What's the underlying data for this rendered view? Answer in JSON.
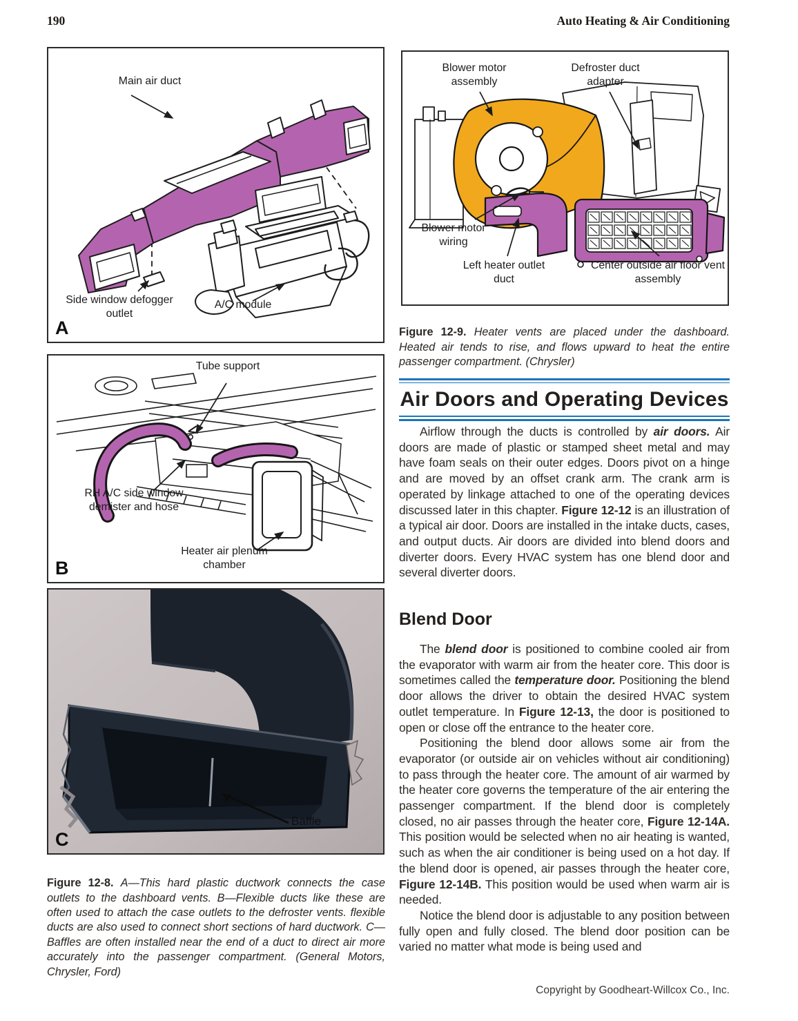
{
  "page_header": {
    "page_number": "190",
    "running_head": "Auto Heating & Air Conditioning"
  },
  "figure_12_8": {
    "panel_a": {
      "letter": "A",
      "labels": {
        "main_air_duct": "Main air duct",
        "side_window_defogger_outlet": "Side window defogger outlet",
        "ac_module": "A/C module"
      }
    },
    "panel_b": {
      "letter": "B",
      "labels": {
        "tube_support": "Tube support",
        "rh_demister": "RH A/C side window demister and hose",
        "heater_plenum": "Heater air plenum chamber"
      }
    },
    "panel_c": {
      "letter": "C",
      "labels": {
        "baffle": "Baffle"
      }
    },
    "caption_lead": "Figure 12-8.",
    "caption_body": "A—This hard plastic ductwork connects the case outlets to the dashboard vents. B—Flexible ducts like these are often used to attach the case outlets to the defroster vents. flexible ducts are also used to connect short sections of hard ductwork. C—Baffles are often installed near the end of a duct to direct air more accurately into the passenger compartment. (General Motors, Chrysler, Ford)"
  },
  "figure_12_9": {
    "labels": {
      "blower_motor_assembly": "Blower motor assembly",
      "defroster_duct_adapter": "Defroster duct adapter",
      "blower_motor_wiring": "Blower motor wiring",
      "left_heater_outlet_duct": "Left heater outlet duct",
      "center_floor_vent": "Center outside air floor vent assembly"
    },
    "caption_lead": "Figure 12-9.",
    "caption_body": "Heater vents are placed under the dashboard. Heated air tends to rise, and flows upward to heat the entire passenger compartment. (Chrysler)"
  },
  "section": {
    "title": "Air Doors and Operating Devices",
    "intro_paragraph": [
      {
        "t": "Airflow through the ducts is controlled by "
      },
      {
        "t": "air doors.",
        "b": true,
        "i": true
      },
      {
        "t": " Air doors are made of plastic or stamped sheet metal and may have foam seals on their outer edges. Doors pivot on a hinge and are moved by an offset crank arm. The crank arm is operated by linkage attached to one of the operating devices discussed later in this chapter. "
      },
      {
        "t": "Figure 12-12",
        "b": true
      },
      {
        "t": " is an illustration of a typical air door. Doors are installed in the intake ducts, cases, and output ducts. Air doors are divided into blend doors and diverter doors. Every HVAC system has one blend door and several diverter doors."
      }
    ]
  },
  "blend_door": {
    "title": "Blend Door",
    "paragraph_1": [
      {
        "t": "The "
      },
      {
        "t": "blend door",
        "b": true,
        "i": true
      },
      {
        "t": " is positioned to combine cooled air from the evaporator with warm air from the heater core. This door is sometimes called the "
      },
      {
        "t": "temperature door.",
        "b": true,
        "i": true
      },
      {
        "t": " Positioning the blend door allows the driver to obtain the desired HVAC system outlet temperature. In "
      },
      {
        "t": "Figure 12-13,",
        "b": true
      },
      {
        "t": " the door is positioned to open or close off the entrance to the heater core."
      }
    ],
    "paragraph_2": [
      {
        "t": "Positioning the blend door allows some air from the evaporator (or outside air on vehicles without air conditioning) to pass through the heater core. The amount of air warmed by the heater core governs the temperature of the air entering the passenger compartment. If the blend door is completely closed, no air passes through the heater core, "
      },
      {
        "t": "Figure 12-14A.",
        "b": true
      },
      {
        "t": " This position would be selected when no air heating is wanted, such as when the air conditioner is being used on a hot day. If the blend door is opened, air passes through the heater core, "
      },
      {
        "t": "Figure 12-14B.",
        "b": true
      },
      {
        "t": " This position would be used when warm air is needed."
      }
    ],
    "paragraph_3": [
      {
        "t": "Notice the blend door is adjustable to any position between fully open and fully closed. The blend door position can be varied no matter what mode is being used and"
      }
    ]
  },
  "footer": "Copyright by Goodheart-Willcox Co., Inc.",
  "colors": {
    "duct_purple": "#b464ae",
    "blower_orange": "#f1a81c",
    "rule_blue": "#1a75bb",
    "print_black": "#231f20"
  }
}
